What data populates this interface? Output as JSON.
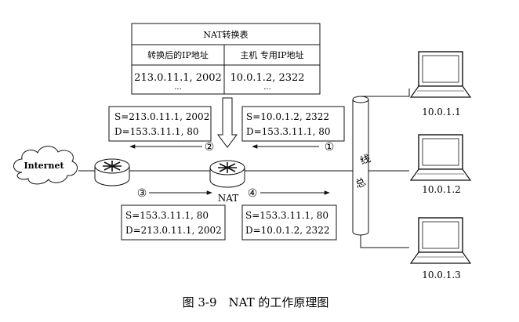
{
  "nat_table": {
    "title": "NAT转换表",
    "col_translated": "转换后的IP地址",
    "col_private": "主机 专用IP地址",
    "row_translated": "213.0.11.1, 2002",
    "row_private": "10.0.1.2, 2322",
    "ellipsis_left": "···",
    "ellipsis_right": "···"
  },
  "packets": {
    "p1": {
      "src": "S=10.0.1.2, 2322",
      "dst": "D=153.3.11.1, 80"
    },
    "p2": {
      "src": "S=213.0.11.1, 2002",
      "dst": "D=153.3.11.1, 80"
    },
    "p3": {
      "src": "S=153.3.11.1, 80",
      "dst": "D=213.0.11.1, 2002"
    },
    "p4": {
      "src": "S=153.3.11.1, 80",
      "dst": "D=10.0.1.2, 2322"
    }
  },
  "steps": {
    "s1": "①",
    "s2": "②",
    "s3": "③",
    "s4": "④"
  },
  "labels": {
    "internet": "Internet",
    "nat": "NAT",
    "bus_char1": "总",
    "bus_char2": "线"
  },
  "hosts": [
    {
      "ip": "10.0.1.1"
    },
    {
      "ip": "10.0.1.2"
    },
    {
      "ip": "10.0.1.3"
    }
  ],
  "caption": "图 3-9　NAT 的工作原理图"
}
